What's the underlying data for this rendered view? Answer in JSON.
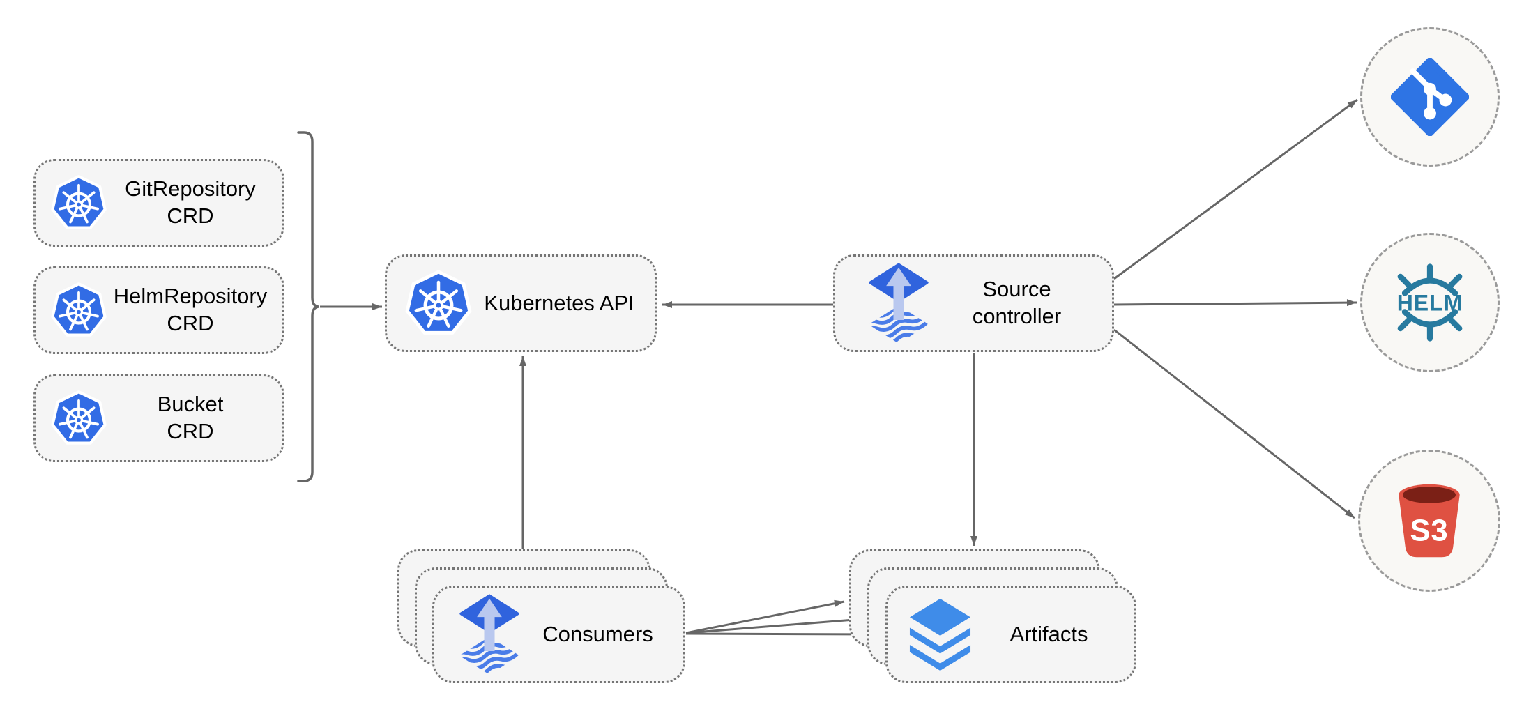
{
  "nodes": {
    "crds": [
      {
        "line1": "GitRepository",
        "line2": "CRD"
      },
      {
        "line1": "HelmRepository",
        "line2": "CRD"
      },
      {
        "line1": "Bucket",
        "line2": "CRD"
      }
    ],
    "kubernetes_api": {
      "label": "Kubernetes API"
    },
    "source_controller": {
      "line1": "Source",
      "line2": "controller"
    },
    "consumers": {
      "label": "Consumers"
    },
    "artifacts": {
      "label": "Artifacts"
    },
    "helm": {
      "label": "HELM"
    },
    "s3": {
      "label": "S3"
    }
  },
  "edges": [
    {
      "from": "crd-group",
      "to": "kubernetes-api",
      "style": "bracket-arrow"
    },
    {
      "from": "source-controller",
      "to": "kubernetes-api"
    },
    {
      "from": "consumers",
      "to": "kubernetes-api"
    },
    {
      "from": "source-controller",
      "to": "artifacts"
    },
    {
      "from": "source-controller",
      "to": "git"
    },
    {
      "from": "source-controller",
      "to": "helm"
    },
    {
      "from": "source-controller",
      "to": "s3"
    },
    {
      "from": "consumers",
      "to": "artifacts"
    },
    {
      "from": "consumers",
      "to": "artifacts"
    },
    {
      "from": "consumers",
      "to": "artifacts"
    }
  ],
  "colors": {
    "kubernetes_blue": "#326ce5",
    "flux_diamond_blue": "#3063dd",
    "flux_arrow_light": "#b9c8ef",
    "flux_wave_blue": "#4a7ce8",
    "layers_blue": "#3f8ce9",
    "git_blue": "#2e74e4",
    "helm_teal": "#277a9f",
    "s3_red": "#df5142",
    "s3_rim_dark": "#7b2016",
    "arrow_gray": "#666666",
    "box_fill": "#f5f5f5",
    "circle_fill": "#f9f8f5"
  }
}
